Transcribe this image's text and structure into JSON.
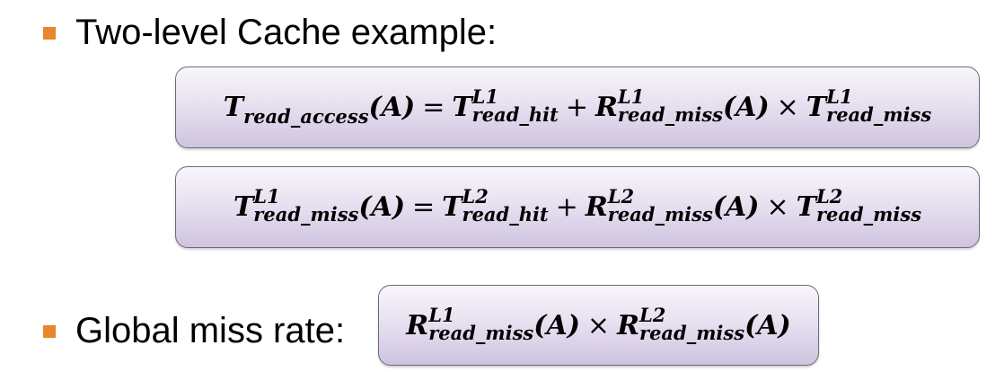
{
  "bullets": [
    {
      "text": "Two-level Cache example:"
    },
    {
      "text": "Global miss rate:"
    }
  ],
  "colors": {
    "bullet": "#e8862a",
    "box_border": "#6b6b78",
    "box_top": "#f8f6fb",
    "box_bottom": "#cfc3e0"
  },
  "eq1": {
    "lhs_sym": "T",
    "lhs_sub": "read_access",
    "lhs_arg": "(A)",
    "eq": "=",
    "t1_sym": "T",
    "t1_sup": "L1",
    "t1_sub": "read_hit",
    "plus": "+",
    "r_sym": "R",
    "r_sup": "L1",
    "r_sub": "read_miss",
    "r_arg": "(A)",
    "times": "×",
    "t2_sym": "T",
    "t2_sup": "L1",
    "t2_sub": "read_miss"
  },
  "eq2": {
    "lhs_sym": "T",
    "lhs_sup": "L1",
    "lhs_sub": "read_miss",
    "lhs_arg": "(A)",
    "eq": "=",
    "t1_sym": "T",
    "t1_sup": "L2",
    "t1_sub": "read_hit",
    "plus": "+",
    "r_sym": "R",
    "r_sup": "L2",
    "r_sub": "read_miss",
    "r_arg": "(A)",
    "times": "×",
    "t2_sym": "T",
    "t2_sup": "L2",
    "t2_sub": "read_miss"
  },
  "eq3": {
    "r1_sym": "R",
    "r1_sup": "L1",
    "r1_sub": "read_miss",
    "r1_arg": "(A)",
    "times": "×",
    "r2_sym": "R",
    "r2_sup": "L2",
    "r2_sub": "read_miss",
    "r2_arg": "(A)"
  }
}
